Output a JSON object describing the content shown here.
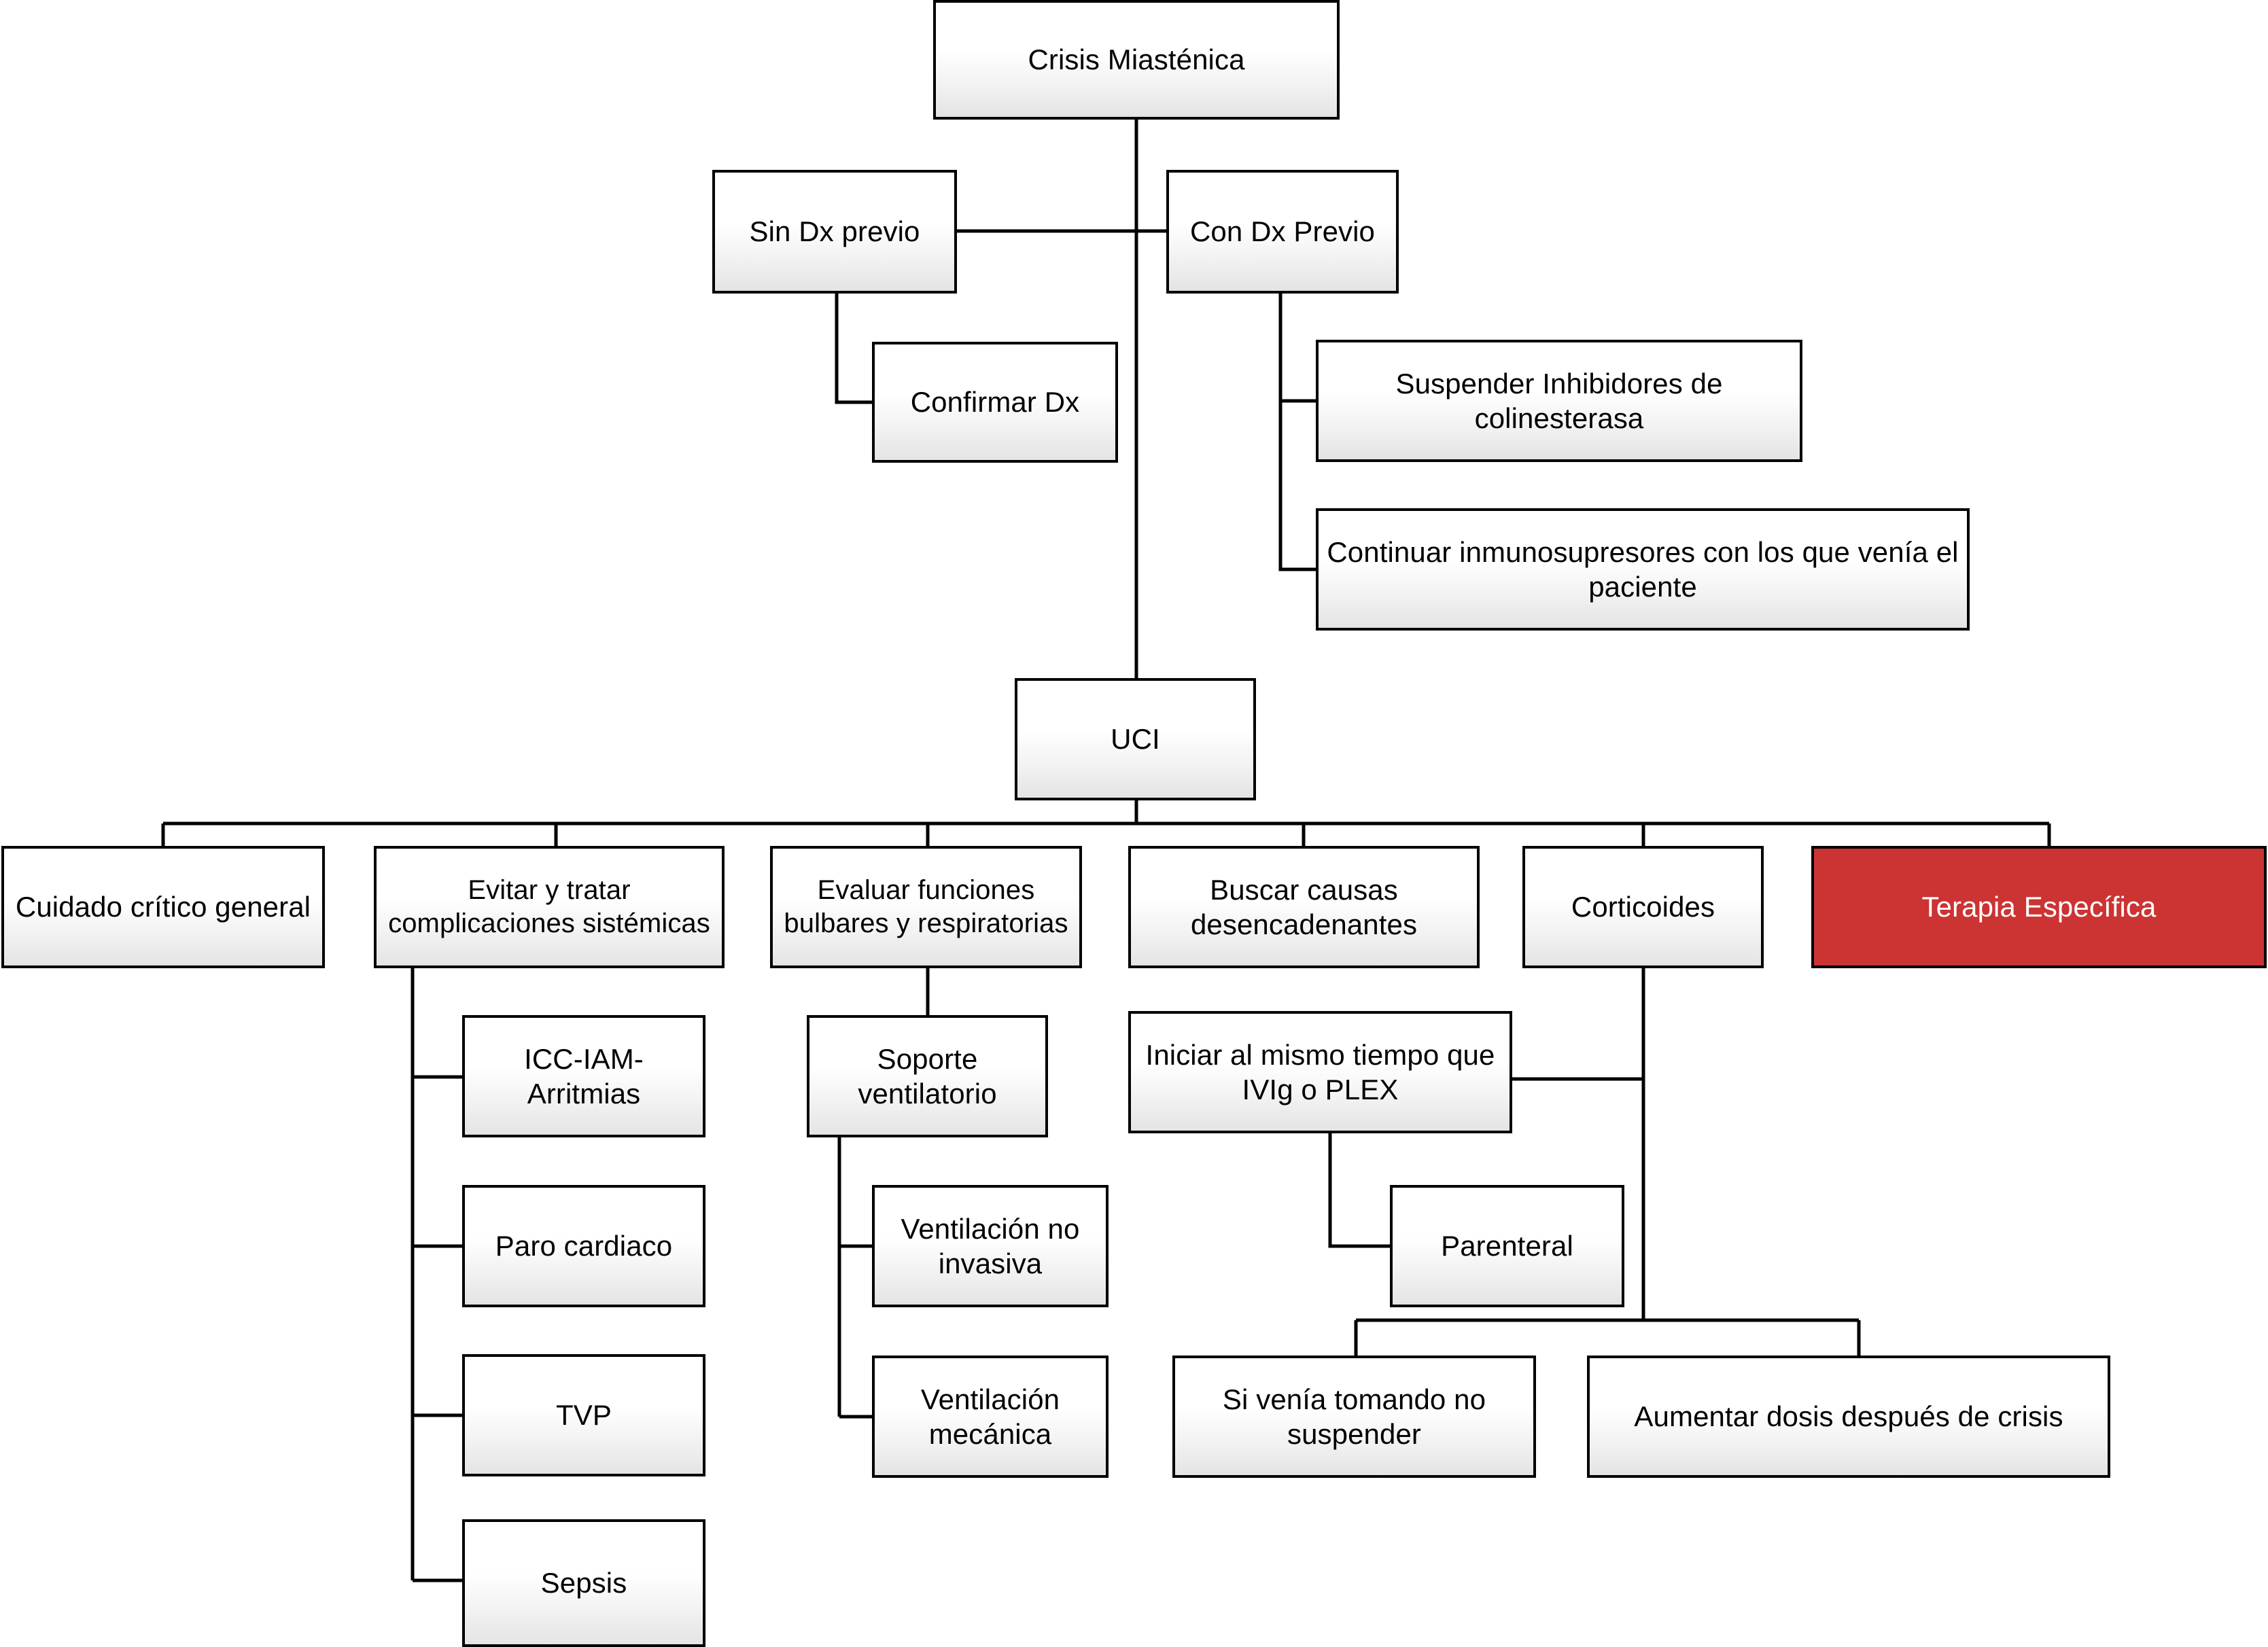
{
  "diagram": {
    "title": "Crisis Miasténica",
    "accent_color": "#cc3333",
    "box_fill_top": "#ffffff",
    "box_fill_bottom": "#e4e4e4",
    "border_color": "#000000",
    "nodes": {
      "root": "Crisis Miasténica",
      "sin_dx_previo": "Sin Dx previo",
      "con_dx_previo": "Con Dx Previo",
      "confirmar_dx": "Confirmar Dx",
      "suspender_inhibidores": "Suspender Inhibidores de colinesterasa",
      "continuar_inmunosupresores": "Continuar inmunosupresores con los que venía el paciente",
      "uci": "UCI",
      "cuidado_critico": "Cuidado crítico general",
      "evitar_tratar": "Evitar y tratar complicaciones sistémicas",
      "evaluar_funciones": "Evaluar funciones bulbares y respiratorias",
      "buscar_causas": "Buscar causas desencadenantes",
      "corticoides": "Corticoides",
      "terapia_especifica": "Terapia Específica",
      "icc_iam_arritmias": "ICC-IAM-Arritmias",
      "paro_cardiaco": "Paro cardiaco",
      "tvp": "TVP",
      "sepsis": "Sepsis",
      "soporte_ventilatorio": "Soporte ventilatorio",
      "ventilacion_no_invasiva": "Ventilación no invasiva",
      "ventilacion_mecanica": "Ventilación mecánica",
      "iniciar_mismo_tiempo": "Iniciar al mismo tiempo que IVIg o PLEX",
      "parenteral": "Parenteral",
      "si_venia_tomando": "Si venía tomando no suspender",
      "aumentar_dosis": "Aumentar dosis después de crisis"
    }
  }
}
